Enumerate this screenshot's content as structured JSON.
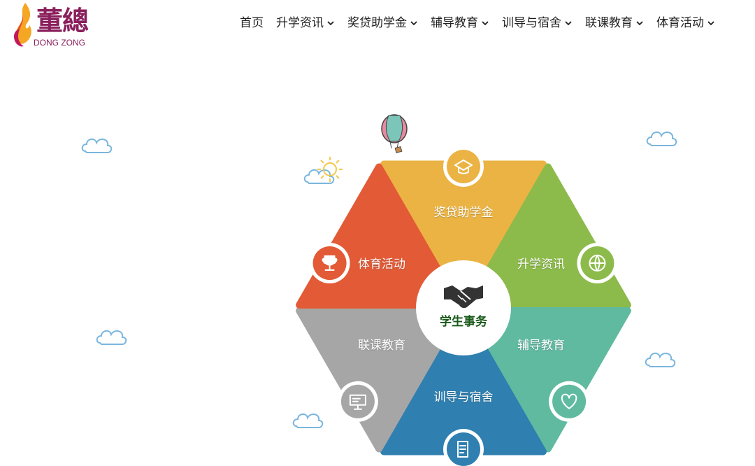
{
  "brand": {
    "name_cn": "董總",
    "name_en": "DONG ZONG",
    "primary_color": "#8a1f5c",
    "flame_colors": [
      "#f5a623",
      "#e2452a",
      "#c2185b"
    ]
  },
  "nav": {
    "items": [
      {
        "label": "首页",
        "has_dropdown": false
      },
      {
        "label": "升学资讯",
        "has_dropdown": true
      },
      {
        "label": "奖贷助学金",
        "has_dropdown": true
      },
      {
        "label": "辅导教育",
        "has_dropdown": true
      },
      {
        "label": "训导与宿舍",
        "has_dropdown": true
      },
      {
        "label": "联课教育",
        "has_dropdown": true
      },
      {
        "label": "体育活动",
        "has_dropdown": true
      }
    ]
  },
  "wheel": {
    "center": {
      "label": "学生事务",
      "icon": "handshake-icon"
    },
    "segments": [
      {
        "key": "scholarship",
        "label": "奖贷助学金",
        "color": "#ebb343",
        "icon": "graduation-cap-icon"
      },
      {
        "key": "admission",
        "label": "升学资讯",
        "color": "#8cbb4b",
        "icon": "globe-graduate-icon"
      },
      {
        "key": "counseling",
        "label": "辅导教育",
        "color": "#5fbaa0",
        "icon": "heart-stethoscope-icon"
      },
      {
        "key": "discipline",
        "label": "训导与宿舍",
        "color": "#2f7fb0",
        "icon": "document-edit-icon"
      },
      {
        "key": "cocurricular",
        "label": "联课教育",
        "color": "#a6a6a6",
        "icon": "presentation-board-icon"
      },
      {
        "key": "sports",
        "label": "体育活动",
        "color": "#e35a36",
        "icon": "trophy-icon"
      }
    ]
  },
  "decorations": {
    "cloud_color": "#7ab6de",
    "balloon_colors": [
      "#e88aa0",
      "#7cc6b9"
    ],
    "sun_color": "#f3c84b"
  }
}
